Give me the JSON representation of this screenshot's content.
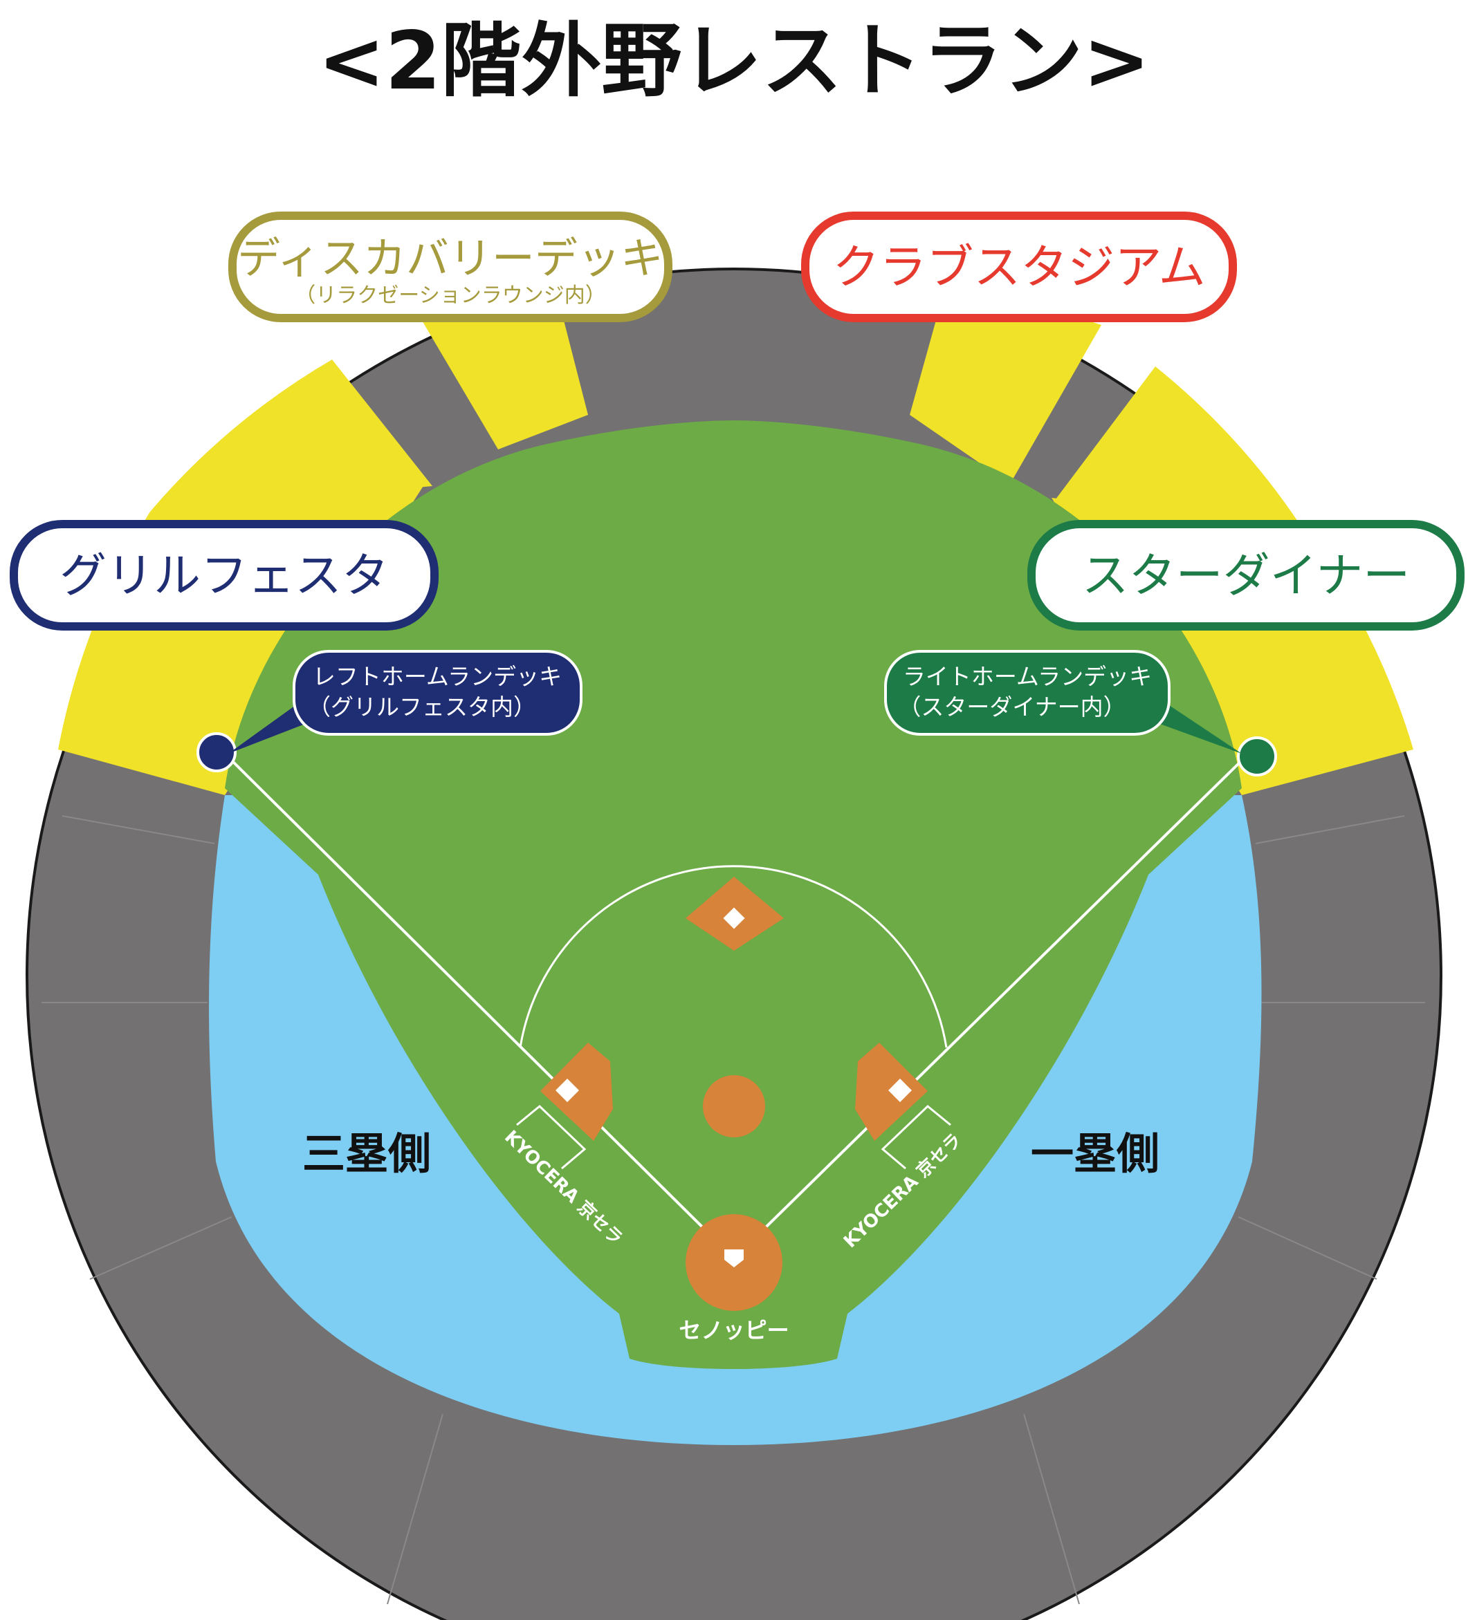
{
  "title": "<2階外野レストラン>",
  "restaurants": {
    "discovery_deck": {
      "name": "ディスカバリーデッキ",
      "sub": "（リラクゼーションラウンジ内）",
      "color": "#a59a3c"
    },
    "club_stadium": {
      "name": "クラブスタジアム",
      "color": "#e63a2e"
    },
    "grill_festa": {
      "name": "グリルフェスタ",
      "color": "#1f2d73"
    },
    "star_diner": {
      "name": "スターダイナー",
      "color": "#1d7b47"
    }
  },
  "homerun_decks": {
    "left": {
      "line1": "レフトホームランデッキ",
      "line2": "（グリルフェスタ内）",
      "color": "#1f2d73"
    },
    "right": {
      "line1": "ライトホームランデッキ",
      "line2": "（スターダイナー内）",
      "color": "#1d7b47"
    }
  },
  "sides": {
    "third_base": "三塁側",
    "first_base": "一塁側"
  },
  "field_logos": {
    "sponsor_left": "KYOCERA 京セラ",
    "sponsor_right": "KYOCERA 京セラ",
    "home_logo": "セノッピー"
  },
  "colors": {
    "stands": "#737172",
    "restaurant_area": "#f0e229",
    "grass": "#6cab46",
    "infield_dirt": "#d8833a",
    "lower_seats": "#7ecdf2"
  }
}
